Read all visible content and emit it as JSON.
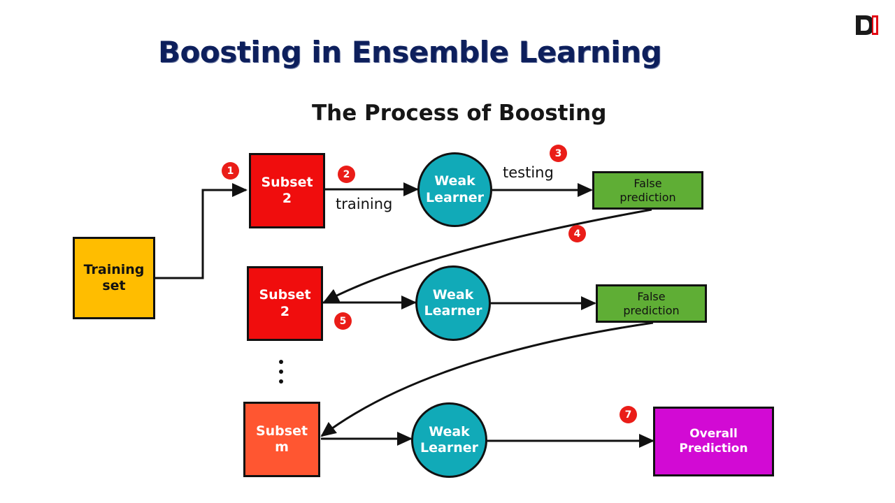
{
  "slide_title": "Boosting in Ensemble Learning",
  "diagram_title": "The Process of Boosting",
  "logo": {
    "letter": "D",
    "colors": {
      "left": "#e30613",
      "right": "#1a1a1a"
    }
  },
  "nodes": {
    "training_set": "Training\nset",
    "subset_a": "Subset\n2",
    "subset_b": "Subset\n2",
    "subset_m": "Subset\nm",
    "weak_learner_1": "Weak\nLearner",
    "weak_learner_2": "Weak\nLearner",
    "weak_learner_3": "Weak\nLearner",
    "false_prediction_1": "False\nprediction",
    "false_prediction_2": "False\nprediction",
    "overall_prediction": "Overall\nPrediction"
  },
  "edge_labels": {
    "training": "training",
    "testing": "testing"
  },
  "step_badges": {
    "s1": "1",
    "s2": "2",
    "s3": "3",
    "s4": "4",
    "s5": "5",
    "s7": "7"
  },
  "colors": {
    "title": "#0d1f5c",
    "subset_red": "#f00d0d",
    "subset_m": "#ff5631",
    "weak_learner": "#11aab8",
    "false_prediction": "#5fae35",
    "training_set": "#ffbd00",
    "overall_prediction": "#d20ad4",
    "badge": "#ea1d18"
  },
  "icons": [
    "vertical-ellipsis-icon",
    "logo-icon"
  ]
}
